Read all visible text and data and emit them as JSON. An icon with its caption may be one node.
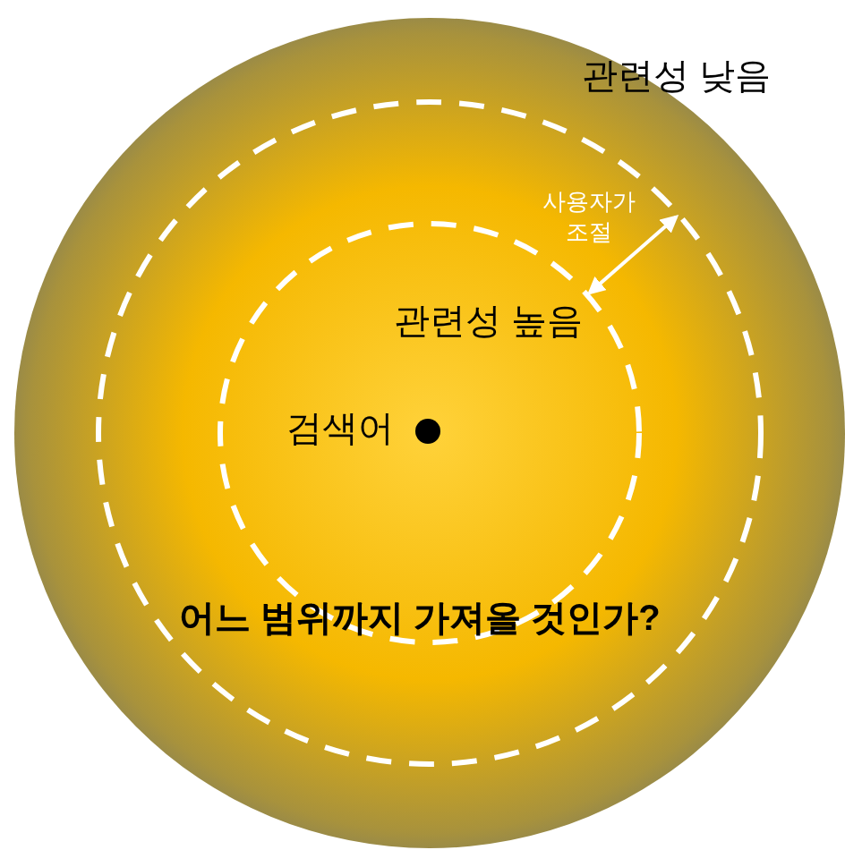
{
  "diagram": {
    "nodes": [
      {
        "text": [
          "관련성 낮음"
        ]
      },
      {
        "text": [],
        "shape": "circle",
        "in": 0
      },
      {
        "text": [
          "관련성 높음"
        ],
        "in": 1
      },
      {
        "text": [],
        "shape": "circle",
        "in": 2,
        "beside": [
          "검색어"
        ]
      }
    ],
    "edges": [
      {
        "from": 2,
        "to": 1,
        "arrow": "both",
        "label": "사용자가 조절"
      }
    ],
    "labels": [
      "어느 범위까지 가져올 것인가?"
    ]
  }
}
